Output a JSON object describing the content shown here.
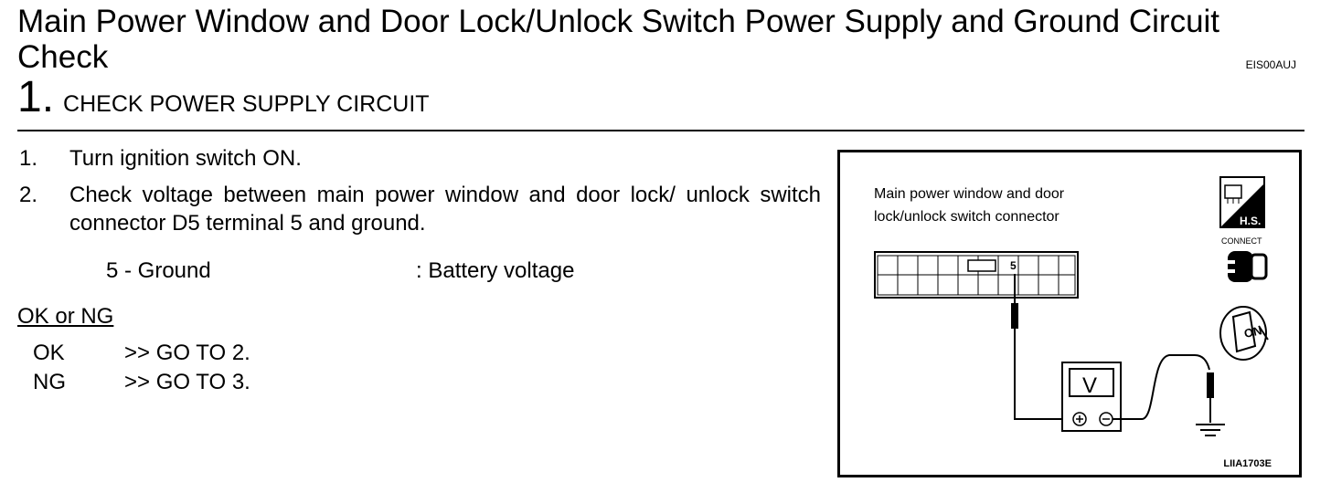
{
  "title": "Main Power Window and Door Lock/Unlock Switch Power Supply and Ground Circuit Check",
  "doc_code": "EIS00AUJ",
  "step": {
    "number": "1.",
    "title": "CHECK POWER SUPPLY CIRCUIT"
  },
  "instructions": [
    {
      "num": "1.",
      "text": "Turn ignition switch ON."
    },
    {
      "num": "2.",
      "text": "Check voltage between main power window and door lock/ unlock switch connector D5 terminal 5 and ground."
    }
  ],
  "measurement": {
    "terminals": "5 - Ground",
    "value": ": Battery voltage"
  },
  "ok_ng_heading": "OK or NG",
  "results": [
    {
      "key": "OK",
      "action": ">> GO TO 2."
    },
    {
      "key": "NG",
      "action": ">> GO TO 3."
    }
  ],
  "figure": {
    "connector_label": "Main power window and door lock/unlock switch connector",
    "terminal": "5",
    "meter": "V",
    "plus": "⊕",
    "minus": "⊖",
    "hs_label": "H.S.",
    "connect_label": "CONNECT",
    "key_label": "ON",
    "figure_code": "LIIA1703E"
  }
}
